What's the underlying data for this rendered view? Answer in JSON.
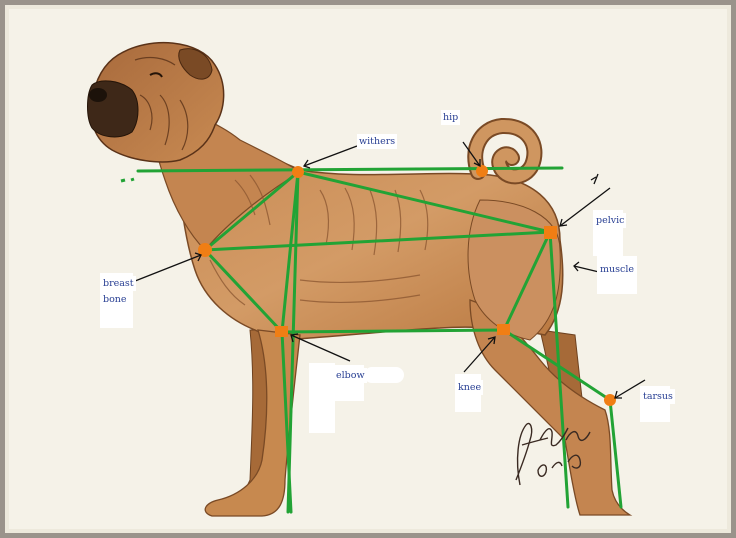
{
  "diagram": {
    "subject": "Shar-Pei dog side view with anatomical angulation lines",
    "colors": {
      "lines": "#22a335",
      "joints": "#f07e14",
      "arrows": "#111111",
      "label_text": "#283f93",
      "coat": "#c98b55",
      "coat_dark": "#8a5530",
      "background": "#f5f2e8"
    },
    "labels": {
      "withers": "withers",
      "hip": "hip",
      "pelvic": "pelvic",
      "muscle": "muscle",
      "breast": "breast",
      "bone": "bone",
      "elbow": "elbow",
      "knee": "knee",
      "tarsus": "tarsus"
    },
    "signature": "Fred Stadler 01.04"
  }
}
